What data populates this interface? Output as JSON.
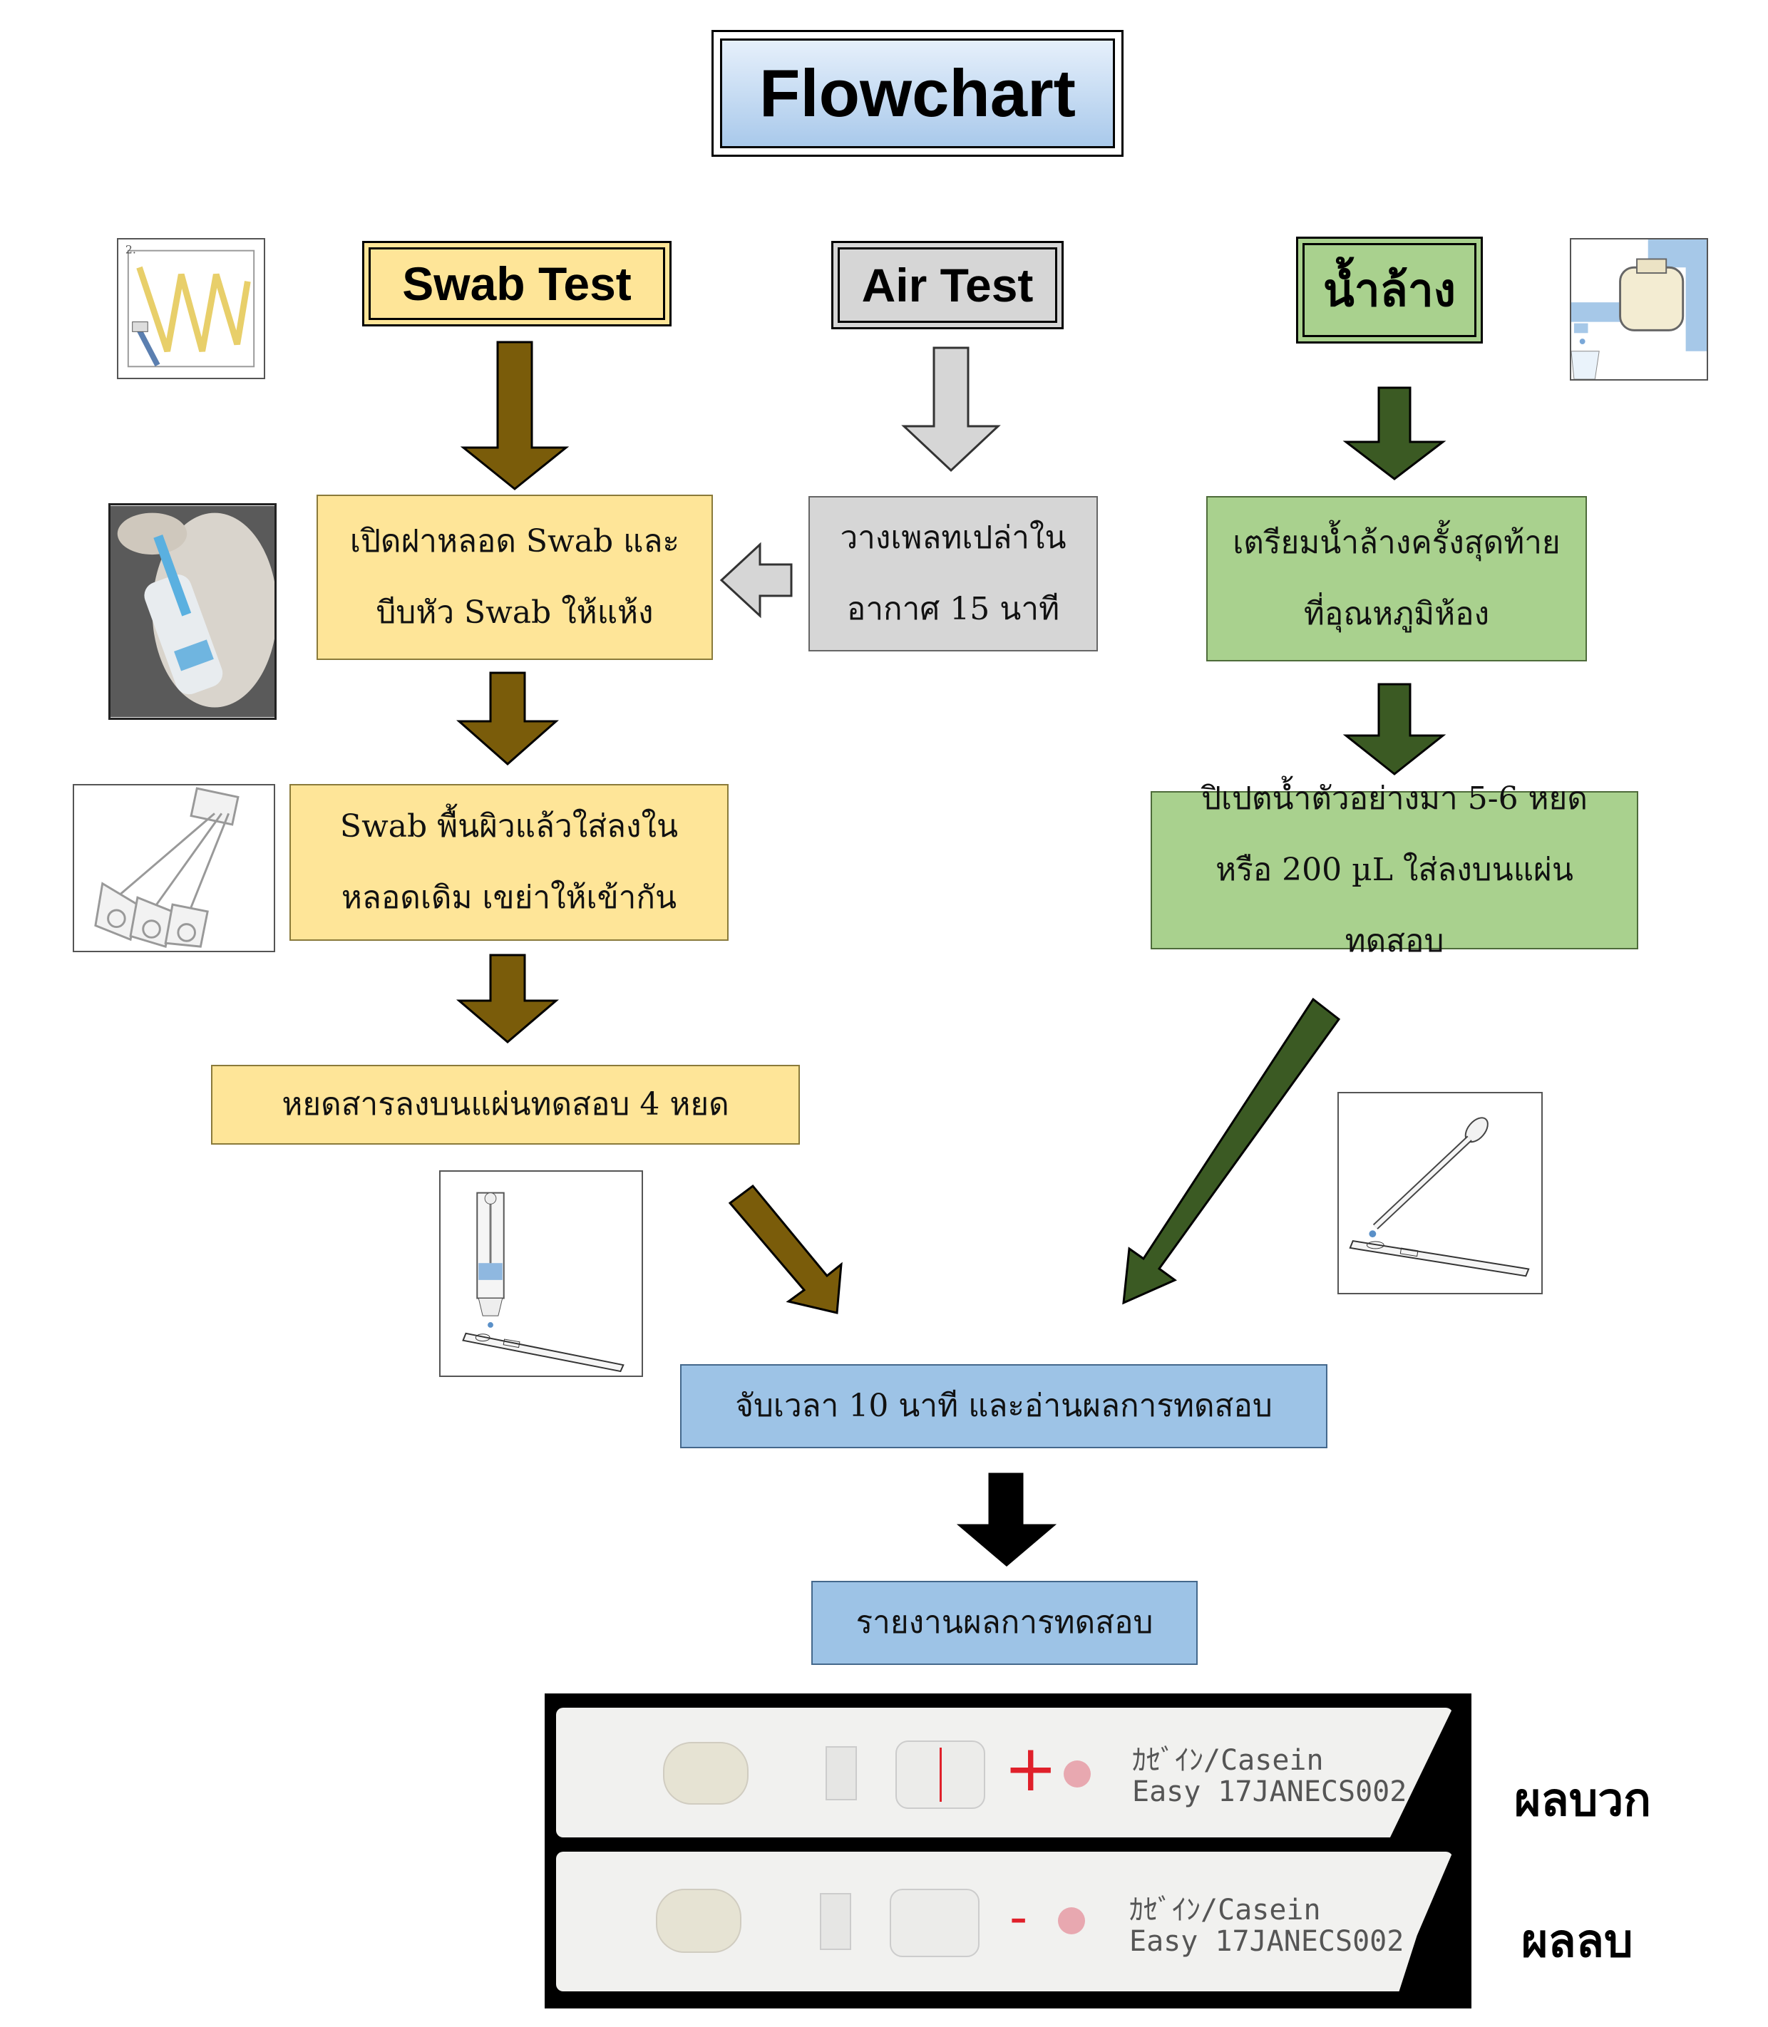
{
  "title": "Flowchart",
  "headers": {
    "swab": "Swab Test",
    "air": "Air Test",
    "rinse": "น้ำล้าง"
  },
  "swab_steps": {
    "step1": "เปิดฝาหลอด Swab และบีบหัว Swab ให้แห้ง",
    "step2": "Swab พื้นผิวแล้วใส่ลงในหลอดเดิม เขย่าให้เข้ากัน",
    "step3": "หยดสารลงบนแผ่นทดสอบ 4 หยด"
  },
  "air_steps": {
    "step1": "วางเพลทเปล่าในอากาศ 15 นาที"
  },
  "rinse_steps": {
    "step1": "เตรียมน้ำล้างครั้งสุดท้ายที่อุณหภูมิห้อง",
    "step2": "ปิเปตน้ำตัวอย่างมา 5-6 หยด หรือ 200 µL ใส่ลงบนแผ่นทดสอบ"
  },
  "common_steps": {
    "read": "จับเวลา 10 นาที และอ่านผลการทดสอบ",
    "report": "รายงานผลการทดสอบ"
  },
  "strips": [
    {
      "symbol": "+",
      "line1": "ｶｾﾞｲﾝ/Casein",
      "line2": "Easy 17JANECS002",
      "result": "ผลบวก"
    },
    {
      "symbol": "-",
      "line1": "ｶｾﾞｲﾝ/Casein",
      "line2": "Easy 17JANECS002",
      "result": "ผลลบ"
    }
  ],
  "colors": {
    "swab_fill": "#fee598",
    "air_fill": "#d6d6d6",
    "rinse_fill": "#a9d18e",
    "common_fill": "#9dc3e6",
    "swab_arrow": "#7a5c0a",
    "air_arrow": "#d0d0d0",
    "rinse_arrow": "#3b5a23",
    "final_arrow": "#000000",
    "positive_line": "#e0202a"
  },
  "icons": [
    "zigzag-swab-icon",
    "faucet-icon",
    "swab-tube-photo",
    "swab-tubes-icon",
    "dropper-tube-icon",
    "pipette-icon"
  ]
}
